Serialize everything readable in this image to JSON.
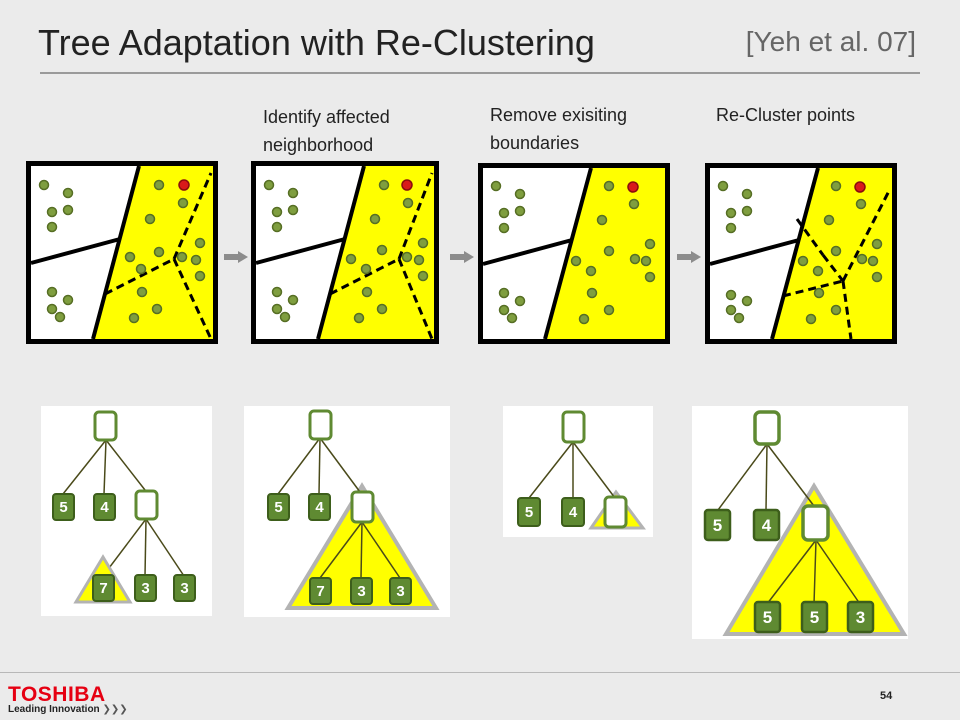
{
  "slide": {
    "title": "Tree Adaptation with Re-Clustering",
    "citation": "[Yeh et al. 07]",
    "page_number": "54"
  },
  "steps": [
    {
      "label": ""
    },
    {
      "label": "Identify affected\nneighborhood"
    },
    {
      "label": "Remove exisiting\nboundaries"
    },
    {
      "label": "Re-Cluster points"
    }
  ],
  "trees": [
    {
      "leaves": [
        "5",
        "4"
      ],
      "sub_leaves": [
        "7",
        "3",
        "3"
      ],
      "highlight": "leaf"
    },
    {
      "leaves": [
        "5",
        "4"
      ],
      "sub_leaves": [
        "7",
        "3",
        "3"
      ],
      "highlight": "subtree"
    },
    {
      "leaves": [
        "5",
        "4"
      ],
      "sub_leaves": [],
      "highlight": "node"
    },
    {
      "leaves": [
        "5",
        "4"
      ],
      "sub_leaves": [
        "5",
        "5",
        "3"
      ],
      "highlight": "subtree"
    }
  ],
  "footer": {
    "logo": "TOSHIBA",
    "tagline": "Leading Innovation"
  },
  "colors": {
    "highlight_yellow": "#ffff00",
    "point_green": "#7f9e3f",
    "point_green_dark": "#566e24",
    "new_point_red": "#d91a1a",
    "node_green": "#5f8a32",
    "node_green_dark": "#3d5e1b",
    "tree_line": "#4a4a1a",
    "triangle_border": "#b3b3b3"
  }
}
